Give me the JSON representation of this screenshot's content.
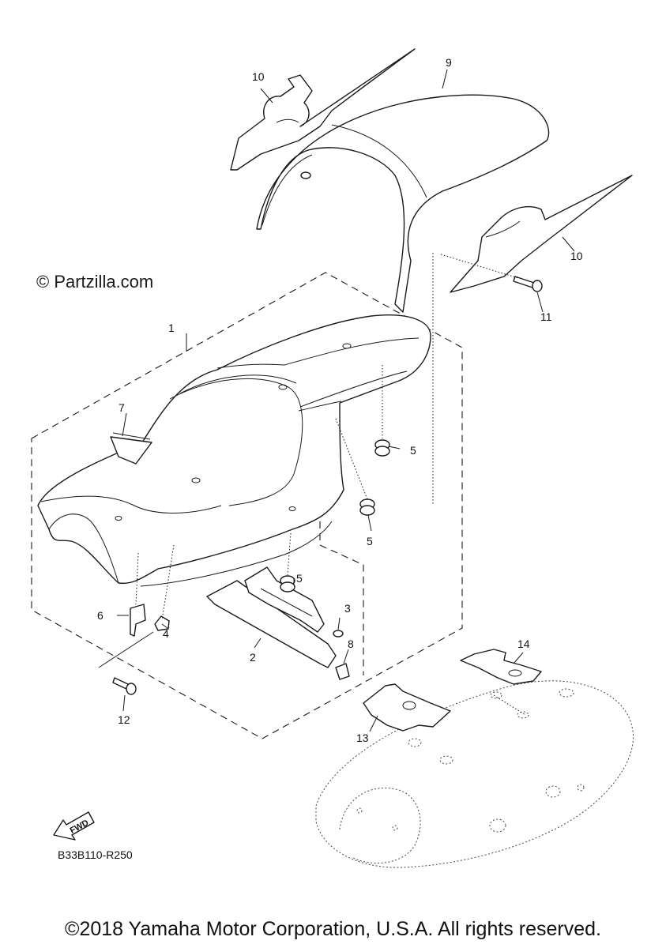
{
  "watermark": "© Partzilla.com",
  "reference_code": "B33B110-R250",
  "fwd_label": "FWD",
  "copyright": "©2018 Yamaha Motor Corporation, U.S.A. All rights reserved.",
  "callouts": {
    "c1": "1",
    "c2": "2",
    "c3": "3",
    "c4": "4",
    "c5a": "5",
    "c5b": "5",
    "c5c": "5",
    "c6": "6",
    "c7": "7",
    "c8": "8",
    "c9": "9",
    "c10a": "10",
    "c10b": "10",
    "c11": "11",
    "c12": "12",
    "c13": "13",
    "c14": "14"
  }
}
